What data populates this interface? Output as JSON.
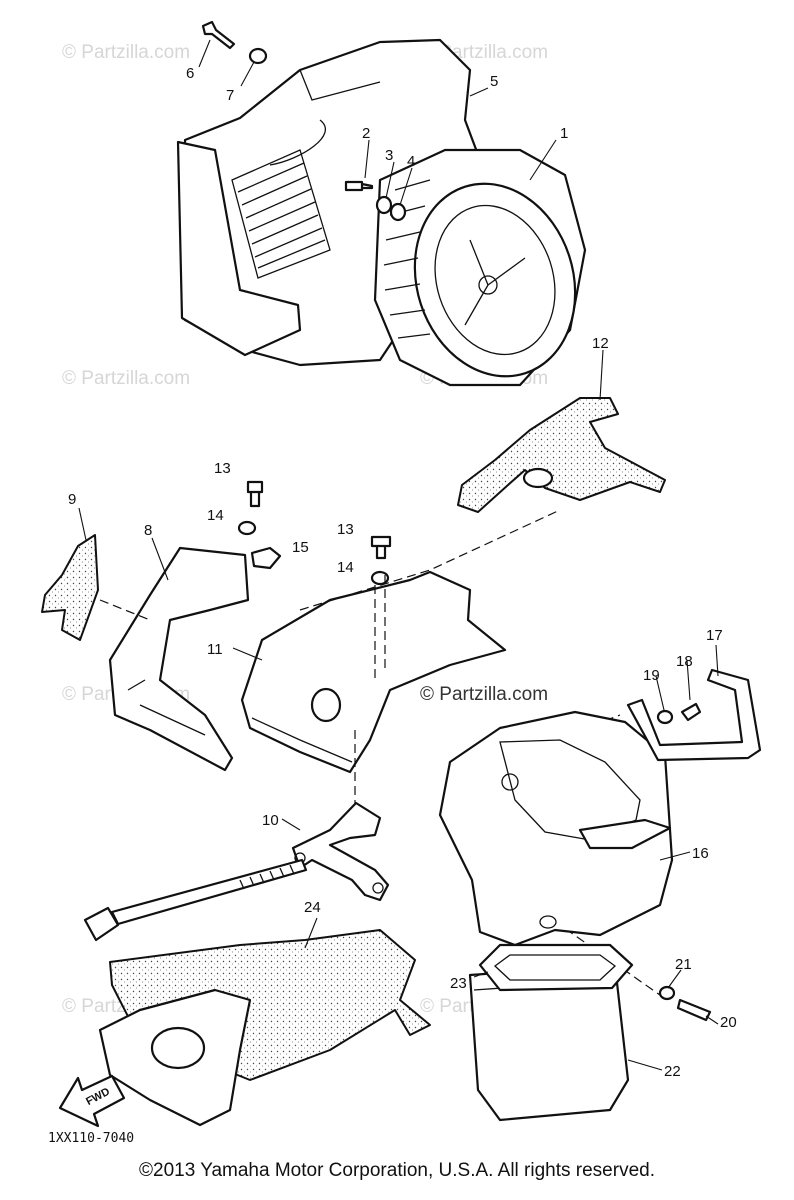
{
  "diagram": {
    "callouts": [
      "1",
      "2",
      "3",
      "4",
      "5",
      "6",
      "7",
      "8",
      "9",
      "10",
      "11",
      "12",
      "13",
      "14",
      "15",
      "16",
      "17",
      "18",
      "19",
      "20",
      "21",
      "22",
      "23",
      "24"
    ],
    "extra_callouts": [
      "13",
      "14"
    ],
    "fwd_label": "FWD",
    "drawing_code": "1XX110-7040"
  },
  "watermark": {
    "text": "© Partzilla.com"
  },
  "footer": {
    "copyright": "©2013 Yamaha Motor Corporation, U.S.A. All rights reserved."
  }
}
